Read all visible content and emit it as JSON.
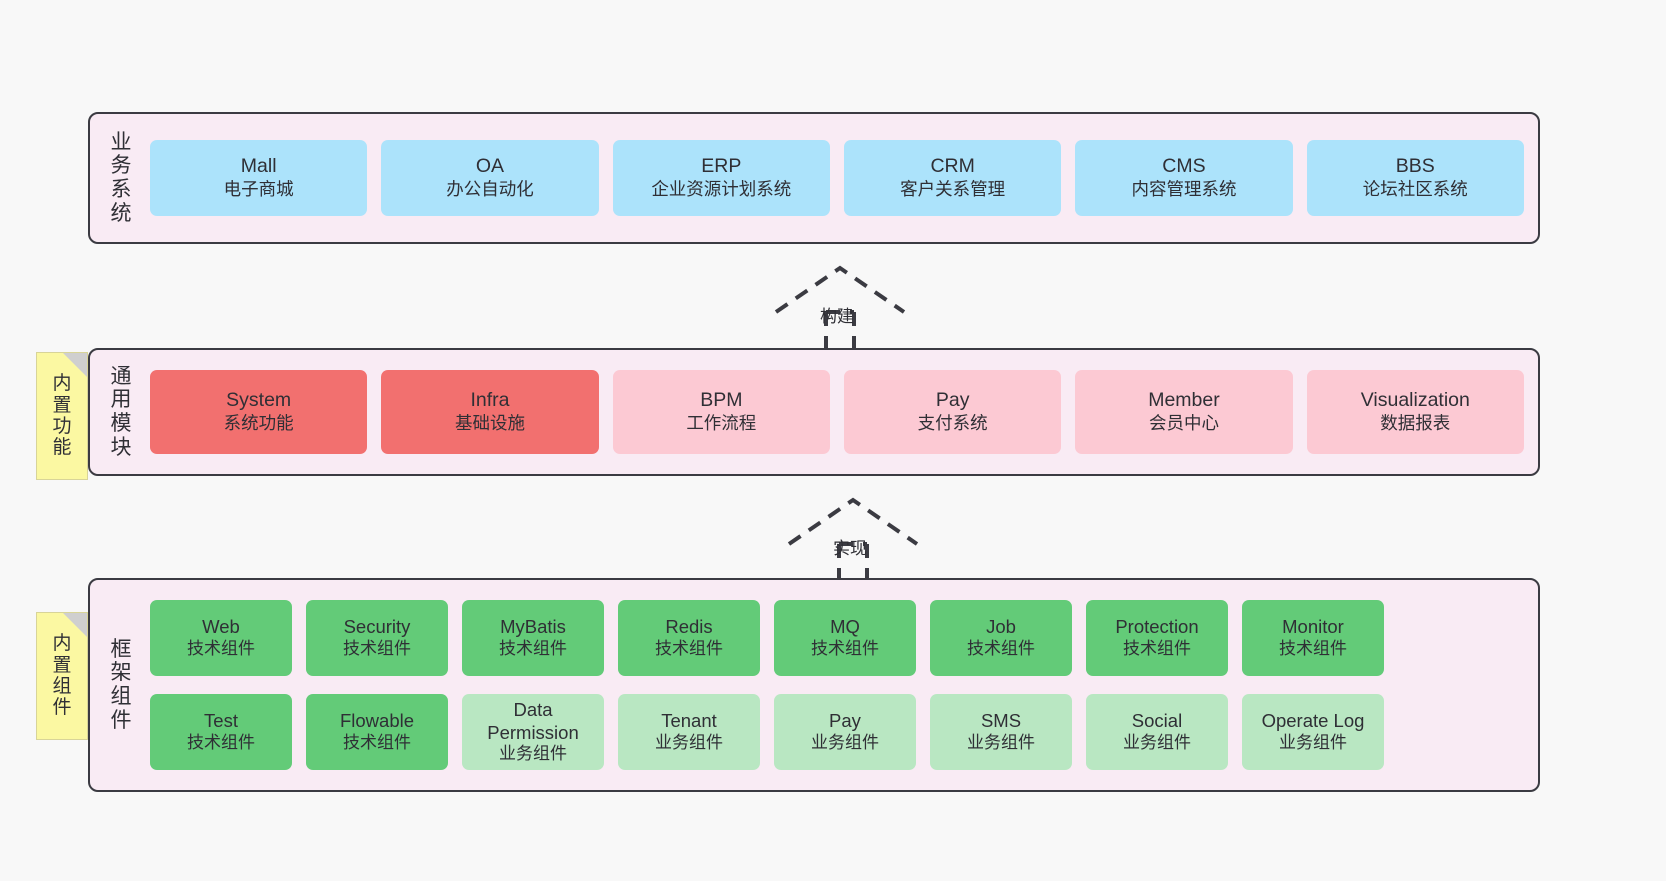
{
  "diagram": {
    "background_color": "#f8f8f8",
    "layer_fill": "#f9ebf4",
    "layer_border": "#3b3b42"
  },
  "layers": [
    {
      "id": "business",
      "title": "业务系统",
      "cards": [
        {
          "en": "Mall",
          "cn": "电子商城",
          "color": "#ace3fb"
        },
        {
          "en": "OA",
          "cn": "办公自动化",
          "color": "#ace3fb"
        },
        {
          "en": "ERP",
          "cn": "企业资源计划系统",
          "color": "#ace3fb"
        },
        {
          "en": "CRM",
          "cn": "客户关系管理",
          "color": "#ace3fb"
        },
        {
          "en": "CMS",
          "cn": "内容管理系统",
          "color": "#ace3fb"
        },
        {
          "en": "BBS",
          "cn": "论坛社区系统",
          "color": "#ace3fb"
        }
      ]
    },
    {
      "id": "module",
      "title": "通用模块",
      "note": "内置功能",
      "cards": [
        {
          "en": "System",
          "cn": "系统功能",
          "color": "#f2706f",
          "variant": "strong"
        },
        {
          "en": "Infra",
          "cn": "基础设施",
          "color": "#f2706f",
          "variant": "strong"
        },
        {
          "en": "BPM",
          "cn": "工作流程",
          "color": "#fcc9d3",
          "variant": "soft"
        },
        {
          "en": "Pay",
          "cn": "支付系统",
          "color": "#fcc9d3",
          "variant": "soft"
        },
        {
          "en": "Member",
          "cn": "会员中心",
          "color": "#fcc9d3",
          "variant": "soft"
        },
        {
          "en": "Visualization",
          "cn": "数据报表",
          "color": "#fcc9d3",
          "variant": "soft"
        }
      ]
    },
    {
      "id": "framework",
      "title": "框架组件",
      "note": "内置组件",
      "cards": [
        {
          "en": "Web",
          "cn": "技术组件",
          "color": "#63cb78",
          "variant": "tech"
        },
        {
          "en": "Security",
          "cn": "技术组件",
          "color": "#63cb78",
          "variant": "tech"
        },
        {
          "en": "MyBatis",
          "cn": "技术组件",
          "color": "#63cb78",
          "variant": "tech"
        },
        {
          "en": "Redis",
          "cn": "技术组件",
          "color": "#63cb78",
          "variant": "tech"
        },
        {
          "en": "MQ",
          "cn": "技术组件",
          "color": "#63cb78",
          "variant": "tech"
        },
        {
          "en": "Job",
          "cn": "技术组件",
          "color": "#63cb78",
          "variant": "tech"
        },
        {
          "en": "Protection",
          "cn": "技术组件",
          "color": "#63cb78",
          "variant": "tech"
        },
        {
          "en": "Monitor",
          "cn": "技术组件",
          "color": "#63cb78",
          "variant": "tech"
        },
        {
          "en": "Test",
          "cn": "技术组件",
          "color": "#63cb78",
          "variant": "tech"
        },
        {
          "en": "Flowable",
          "cn": "技术组件",
          "color": "#63cb78",
          "variant": "tech"
        },
        {
          "en": "Data Permission",
          "cn": "业务组件",
          "color": "#b9e7c2",
          "variant": "biz"
        },
        {
          "en": "Tenant",
          "cn": "业务组件",
          "color": "#b9e7c2",
          "variant": "biz"
        },
        {
          "en": "Pay",
          "cn": "业务组件",
          "color": "#b9e7c2",
          "variant": "biz"
        },
        {
          "en": "SMS",
          "cn": "业务组件",
          "color": "#b9e7c2",
          "variant": "biz"
        },
        {
          "en": "Social",
          "cn": "业务组件",
          "color": "#b9e7c2",
          "variant": "biz"
        },
        {
          "en": "Operate Log",
          "cn": "业务组件",
          "color": "#b9e7c2",
          "variant": "biz"
        }
      ]
    }
  ],
  "arrows": [
    {
      "id": "build",
      "label": "构建"
    },
    {
      "id": "implement",
      "label": "实现"
    }
  ]
}
